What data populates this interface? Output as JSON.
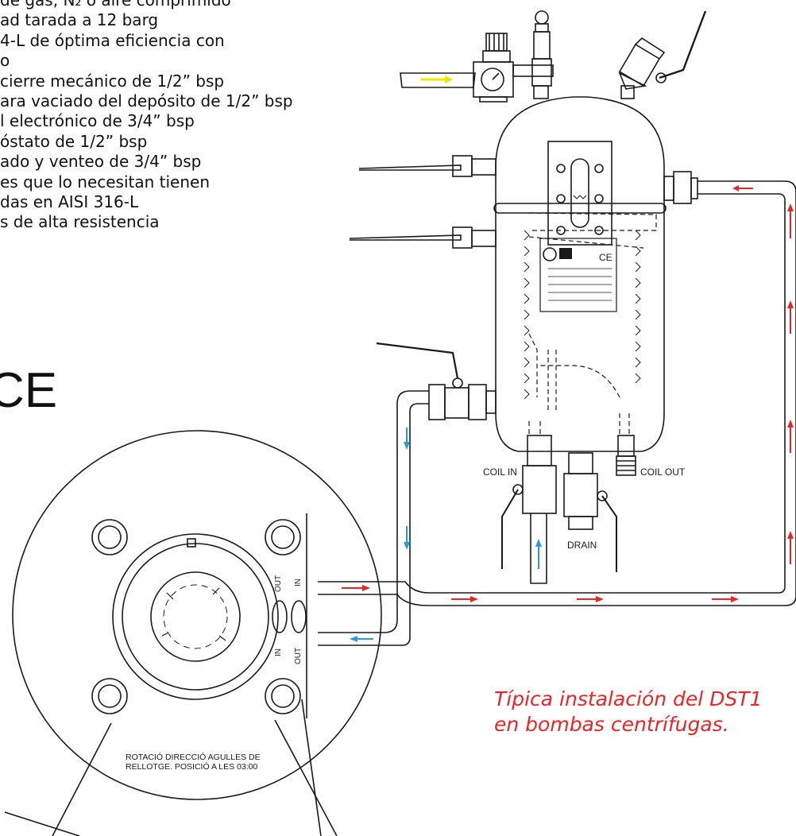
{
  "spec_lines": [
    "de gas, N₂ o aire comprimido",
    "ad tarada a 12 barg",
    "4-L de óptima eficiencia con",
    "o",
    "cierre mecánico de 1/2” bsp",
    "ara vaciado del depósito de 1/2” bsp",
    "l electrónico de 3/4” bsp",
    "óstato de 1/2” bsp",
    "ado y venteo de 3/4” bsp",
    "es que lo necesitan tienen",
    "das en AISI 316-L",
    "s de alta resistencia"
  ],
  "ce_mark": "CE",
  "labels": {
    "coil_in": "COIL  IN",
    "coil_out": "COIL  OUT",
    "drain": "DRAIN",
    "out": "OUT",
    "in": "IN",
    "rotation_line1": "ROTACIÓ DIRECCIÓ AGULLES DE",
    "rotation_line2": "RELLOTGE. POSICIÓ A LES 03:00"
  },
  "caption_lines": [
    "Típica instalación del DST1",
    "en bombas centrífugas."
  ],
  "colors": {
    "line": "#1a1a1a",
    "flow_hot": "#e5262a",
    "flow_cold": "#2a9bd7",
    "gas_arrow": "#f2e600"
  }
}
